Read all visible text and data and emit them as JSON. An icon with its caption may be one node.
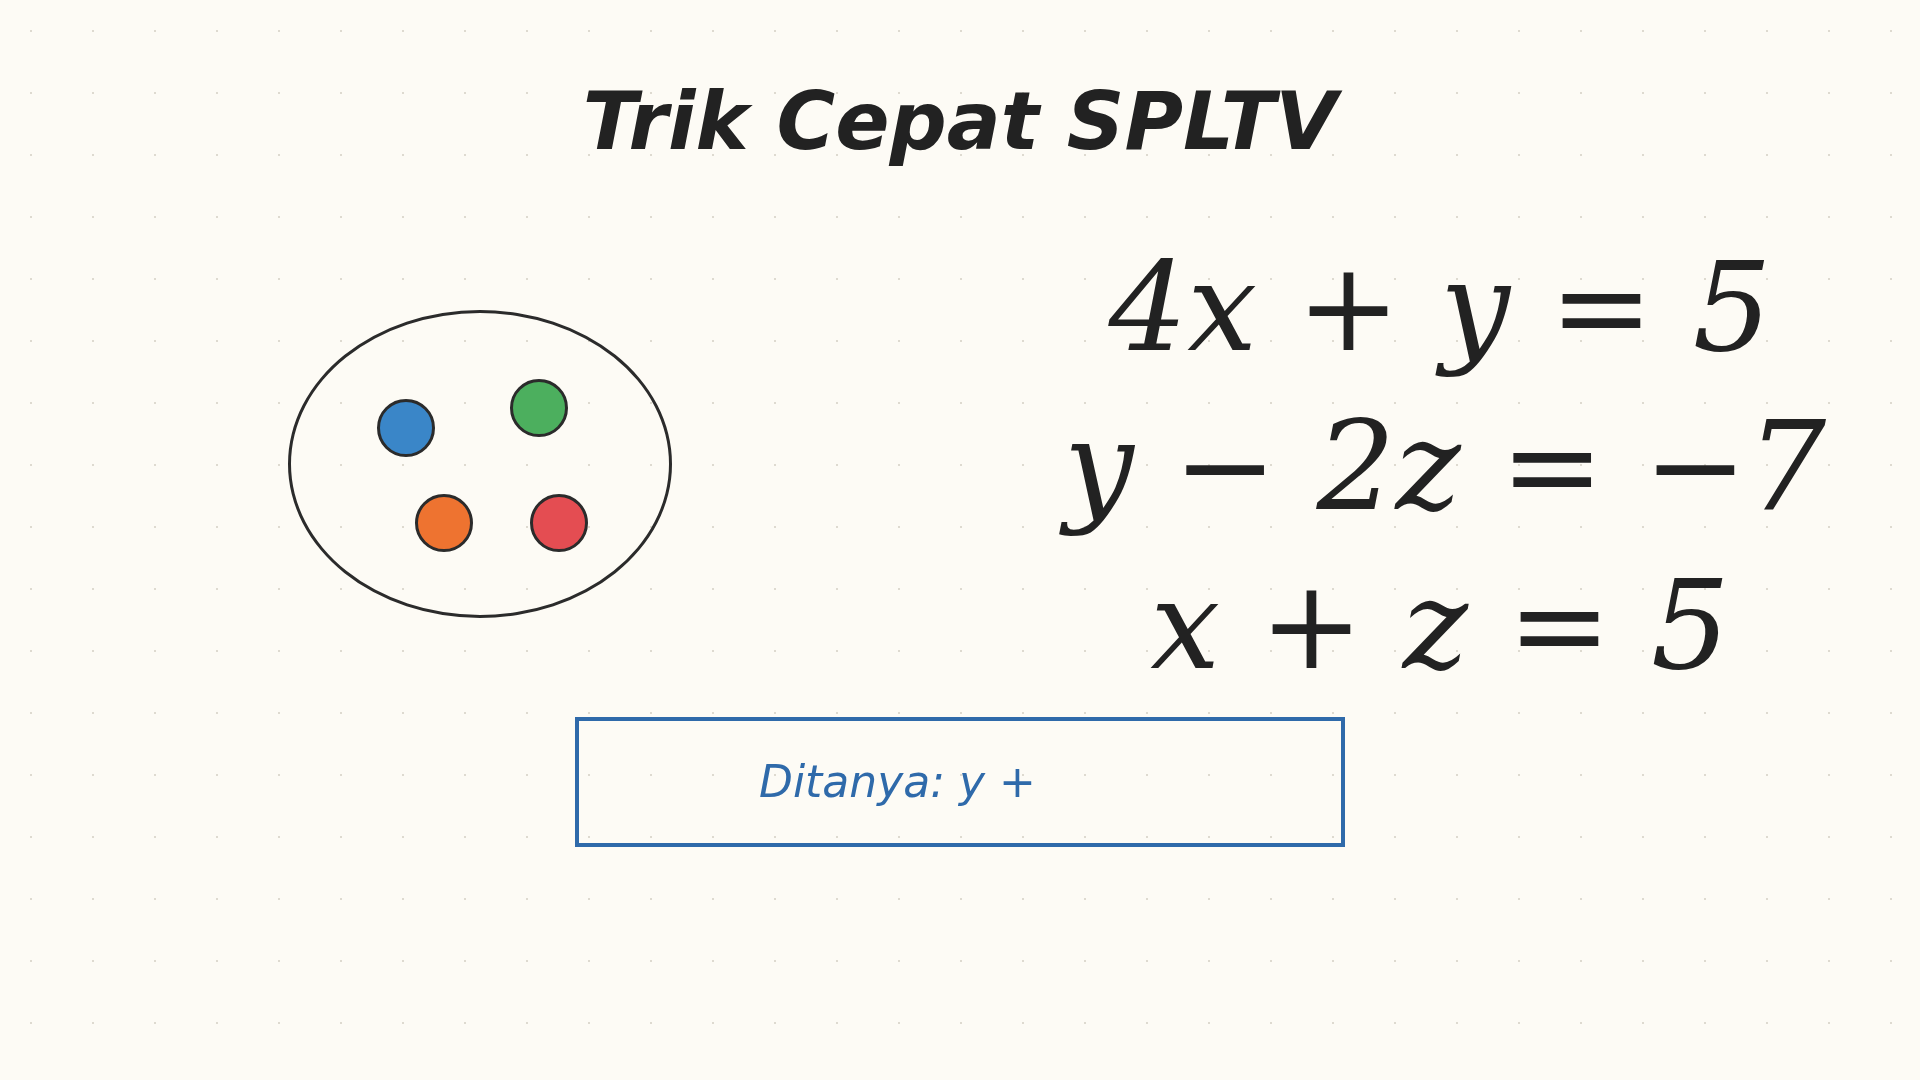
{
  "diagram": {
    "title": "Trik Cepat SPLTV",
    "nodes": [
      {
        "text": [],
        "shape": "circle"
      },
      {
        "text": [],
        "shape": "circle",
        "in": 0
      },
      {
        "text": [],
        "shape": "circle",
        "in": 0
      },
      {
        "text": [],
        "shape": "circle",
        "in": 0
      },
      {
        "text": [],
        "shape": "circle",
        "in": 0
      },
      {
        "text": [
          "Ditanya: *y* +"
        ]
      }
    ],
    "labels": [
      "4x + y = 5",
      "y − 2z = −7",
      "x + z = 5"
    ]
  }
}
